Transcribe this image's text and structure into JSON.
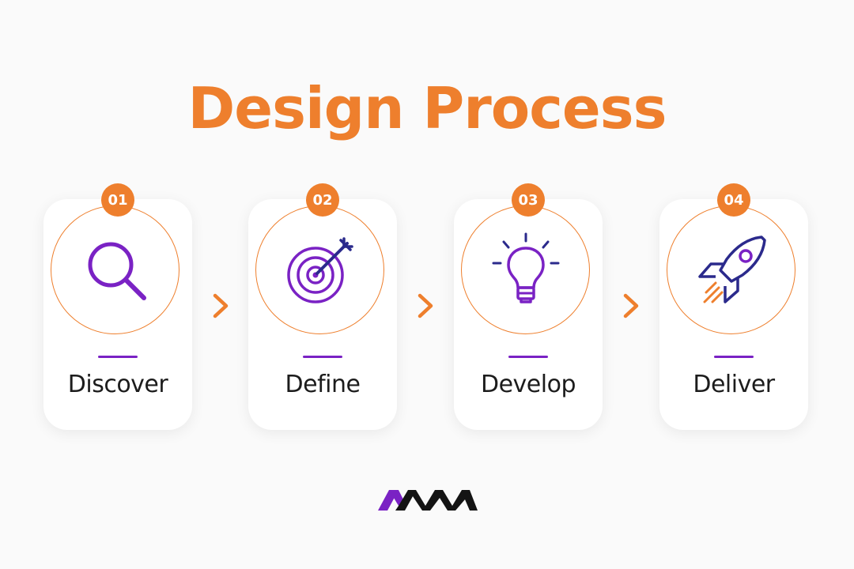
{
  "title": "Design Process",
  "colors": {
    "accent": "#ee7f2d",
    "purple": "#7a22c4",
    "navy": "#2b2a8c",
    "text": "#1c1c1c",
    "logo_dark": "#141414"
  },
  "steps": [
    {
      "number": "01",
      "label": "Discover",
      "icon": "magnifying-glass-icon"
    },
    {
      "number": "02",
      "label": "Define",
      "icon": "target-arrow-icon"
    },
    {
      "number": "03",
      "label": "Develop",
      "icon": "lightbulb-icon"
    },
    {
      "number": "04",
      "label": "Deliver",
      "icon": "rocket-icon"
    }
  ],
  "connector_icon": "chevron-right-icon",
  "logo_icon": "brand-logo-icon"
}
